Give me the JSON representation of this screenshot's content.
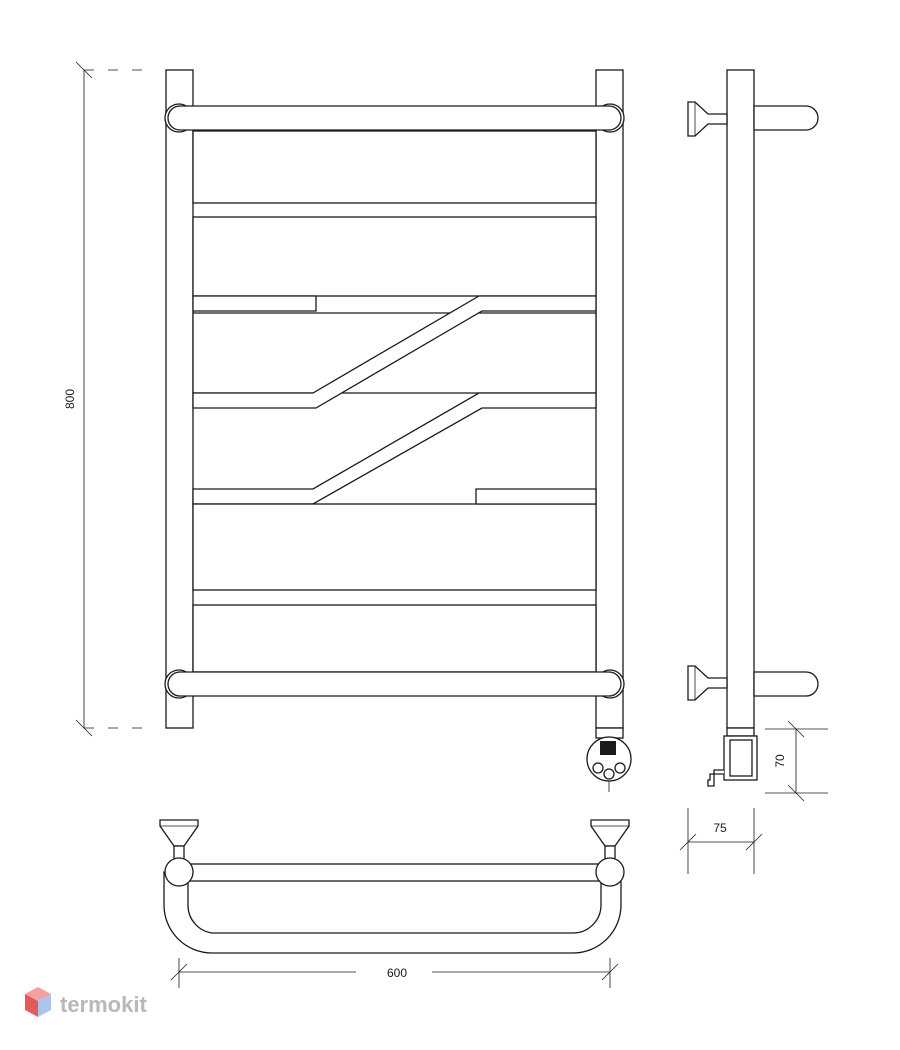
{
  "dimensions": {
    "height": "800",
    "width": "600",
    "depth": "75",
    "connector_height": "70"
  },
  "watermark": {
    "text": "termokit",
    "icon": "hexagon-cube-icon"
  },
  "colors": {
    "line": "#1a1a1a",
    "watermark_text": "#b8b8b8",
    "watermark_icon_top": "#f4a0a0",
    "watermark_icon_left": "#e25b5b",
    "watermark_icon_right": "#a9c4ee"
  }
}
